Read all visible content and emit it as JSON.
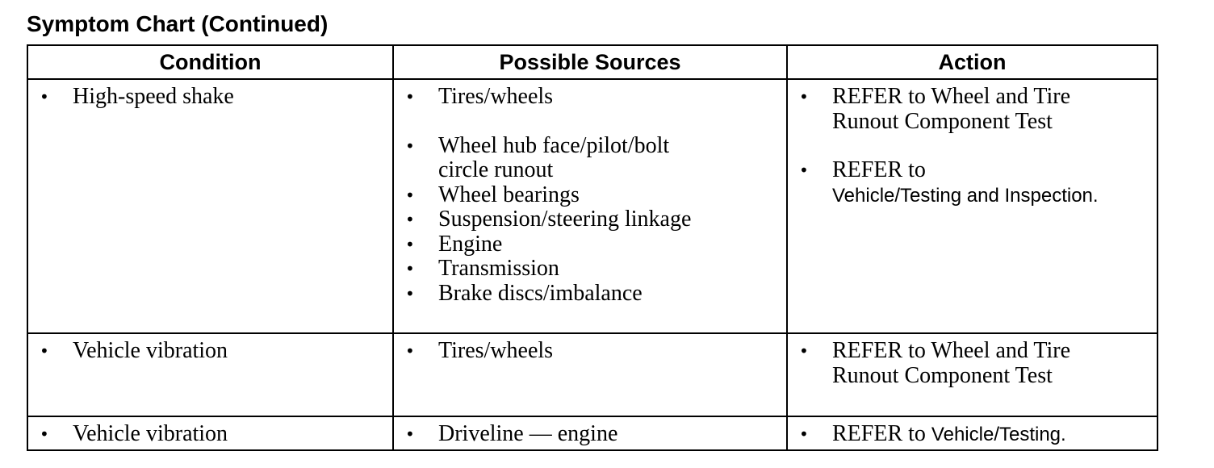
{
  "title": "Symptom Chart (Continued)",
  "columns": {
    "condition": "Condition",
    "sources": "Possible Sources",
    "action": "Action"
  },
  "rows": [
    {
      "condition": "High-speed shake",
      "source_groups": [
        [
          "Tires/wheels"
        ],
        [
          "Wheel hub face/pilot/bolt",
          "circle runout",
          "Wheel bearings",
          "Suspension/steering linkage",
          "Engine",
          "Transmission",
          "Brake discs/imbalance"
        ]
      ],
      "actions": [
        {
          "prefix": "REFER to Wheel and Tire",
          "line2": "Runout Component Test"
        },
        {
          "prefix": "REFER to",
          "line2": "Vehicle/Testing and Inspection."
        }
      ]
    },
    {
      "condition": "Vehicle vibration",
      "source_groups": [
        [
          "Tires/wheels"
        ]
      ],
      "actions": [
        {
          "prefix": "REFER to Wheel and Tire",
          "line2": "Runout Component Test"
        }
      ]
    },
    {
      "condition": "Vehicle vibration",
      "source_groups": [
        [
          "Driveline — engine"
        ]
      ],
      "actions": [
        {
          "prefix": "REFER to",
          "link": "Vehicle/Testing."
        }
      ]
    }
  ],
  "icons": {
    "bullet": "bullet-dot-icon",
    "bullet_char": "•"
  }
}
